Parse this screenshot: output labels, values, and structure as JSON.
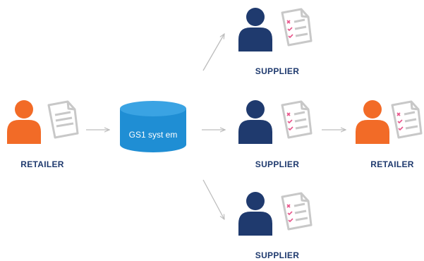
{
  "nodes": {
    "retailer_left": {
      "label": "RETAILER"
    },
    "database": {
      "label": "GS1 syst em"
    },
    "supplier_top": {
      "label": "SUPPLIER"
    },
    "supplier_middle": {
      "label": "SUPPLIER"
    },
    "supplier_bottom": {
      "label": "SUPPLIER"
    },
    "retailer_right": {
      "label": "RETAILER"
    }
  },
  "colors": {
    "retailer": "#f26b27",
    "supplier": "#1f3a6e",
    "database": "#1f8ed4",
    "database_top": "#3aa3e3",
    "document": "#c8c8c8",
    "arrow": "#bdbdbd",
    "check": "#e8548a"
  },
  "icons": {
    "person": "person-icon",
    "document": "document-icon",
    "database": "database-icon"
  }
}
